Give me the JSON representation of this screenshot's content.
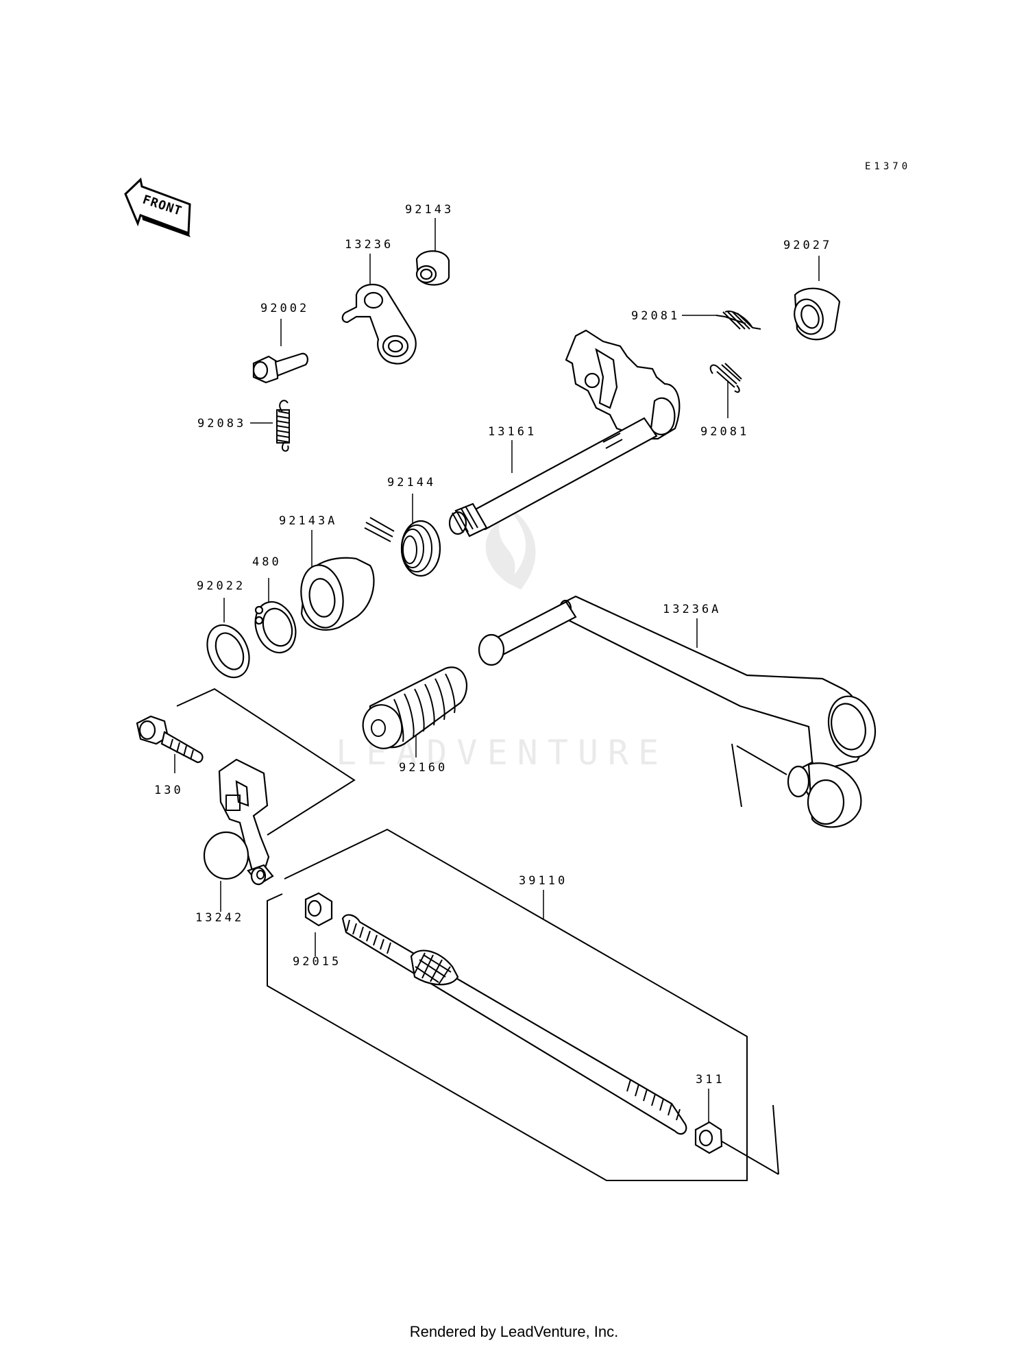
{
  "diagram": {
    "code": "E1370",
    "front_label": "FRONT",
    "watermark": "LEADVENTURE",
    "parts": [
      {
        "id": "p92143",
        "label": "92143"
      },
      {
        "id": "p13236",
        "label": "13236"
      },
      {
        "id": "p92002",
        "label": "92002"
      },
      {
        "id": "p92083",
        "label": "92083"
      },
      {
        "id": "p92027",
        "label": "92027"
      },
      {
        "id": "p92081a",
        "label": "92081"
      },
      {
        "id": "p92081b",
        "label": "92081"
      },
      {
        "id": "p13161",
        "label": "13161"
      },
      {
        "id": "p92144",
        "label": "92144"
      },
      {
        "id": "p92143A",
        "label": "92143A"
      },
      {
        "id": "p480",
        "label": "480"
      },
      {
        "id": "p92022",
        "label": "92022"
      },
      {
        "id": "p13236A",
        "label": "13236A"
      },
      {
        "id": "p92160",
        "label": "92160"
      },
      {
        "id": "p130",
        "label": "130"
      },
      {
        "id": "p13242",
        "label": "13242"
      },
      {
        "id": "p39110",
        "label": "39110"
      },
      {
        "id": "p92015",
        "label": "92015"
      },
      {
        "id": "p311",
        "label": "311"
      }
    ]
  },
  "footer": {
    "text": "Rendered by LeadVenture, Inc."
  }
}
